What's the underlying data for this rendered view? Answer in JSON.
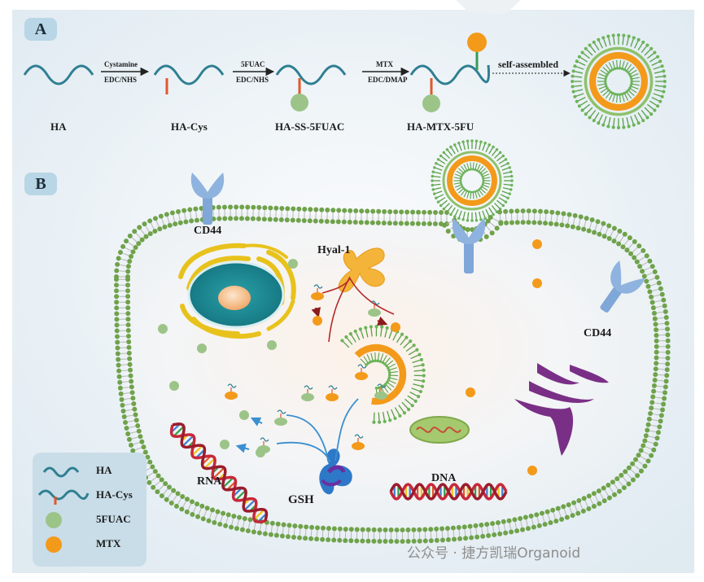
{
  "panels": {
    "a": "A",
    "b": "B"
  },
  "scheme": {
    "compounds": [
      "HA",
      "HA-Cys",
      "HA-SS-5FUAC",
      "HA-MTX-5FU"
    ],
    "steps": [
      {
        "reagent": "Cystamine",
        "conditions": "EDC/NHS"
      },
      {
        "reagent": "5FUAC",
        "conditions": "EDC/NHS"
      },
      {
        "reagent": "MTX",
        "conditions": "EDC/DMAP"
      }
    ],
    "assembly_label": "self-assembled"
  },
  "cell": {
    "receptor_labels": [
      "CD44",
      "CD44"
    ],
    "enzyme_label": "Hyal-1",
    "reductant_label": "GSH",
    "rna_label": "RNA",
    "dna_label": "DNA"
  },
  "legend": {
    "items": [
      {
        "label": "HA",
        "icon": "ha-chain-icon"
      },
      {
        "label": "HA-Cys",
        "icon": "ha-cys-chain-icon"
      },
      {
        "label": "5FUAC",
        "icon": "green-circle-icon"
      },
      {
        "label": "MTX",
        "icon": "orange-circle-icon"
      }
    ]
  },
  "watermark": "公众号 · 捷方凯瑞Organoid",
  "colors": {
    "background": "#e8f1f6",
    "ha_chain": "#2f7f92",
    "linker": "#e0582b",
    "five_fuac": "#9cc488",
    "mtx": "#f39a1b",
    "membrane": "#6fa24a",
    "cd44": "#7fa7d8",
    "enzyme": "#f4b43a",
    "gsh": "#2e78c8",
    "golgi": "#7a2f86",
    "nucleus": "#1b8d97",
    "arrow_red": "#b62a2a"
  }
}
